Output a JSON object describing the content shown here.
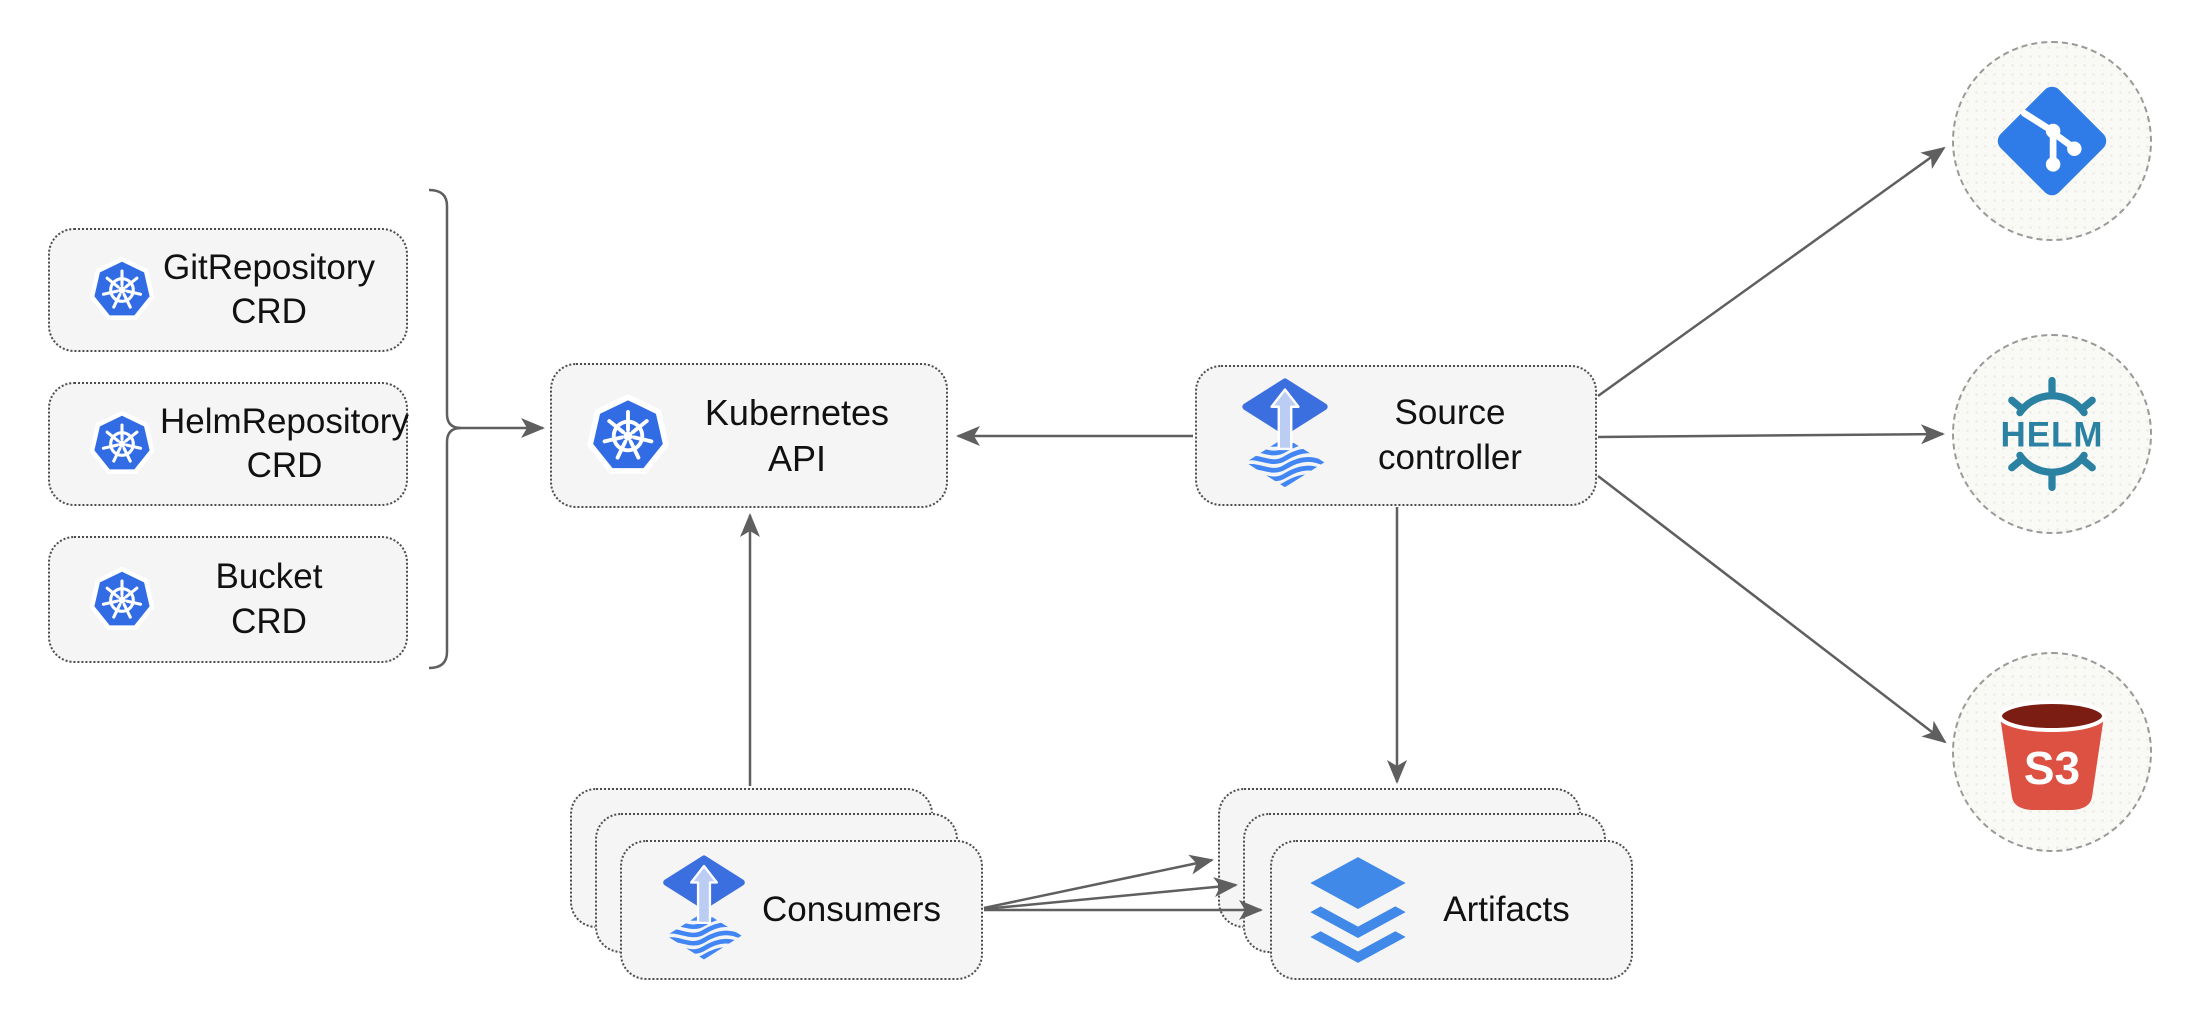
{
  "diagram": {
    "nodes": {
      "crd_list": [
        {
          "label": "GitRepository\nCRD"
        },
        {
          "label": "HelmRepository\nCRD"
        },
        {
          "label": "Bucket\nCRD"
        }
      ],
      "kubernetes_api": {
        "label": "Kubernetes API"
      },
      "source_controller": {
        "label": "Source\ncontroller"
      },
      "consumers": {
        "label": "Consumers"
      },
      "artifacts": {
        "label": "Artifacts"
      }
    },
    "external_sources": [
      {
        "name": "git"
      },
      {
        "name": "helm",
        "icon_text": "HELM"
      },
      {
        "name": "s3",
        "icon_text": "S3"
      }
    ],
    "icons": {
      "crd_and_api": "kubernetes-wheel-icon",
      "source_and_consumers": "flux-source-icon",
      "artifacts": "layers-icon",
      "git_circle": "git-branch-icon",
      "helm_circle": "helm-wheel-icon",
      "s3_circle": "s3-bucket-icon"
    },
    "colors": {
      "kubernetes_blue": "#326CE5",
      "flux_blue": "#3B6EDE",
      "flux_arrow_light": "#BCCDF3",
      "flux_stripe_blue": "#4285F4",
      "layers_blue": "#4189E8",
      "git_blue": "#2F7CE8",
      "helm_teal": "#2A81A2",
      "s3_red": "#DD5142",
      "s3_dark_red": "#7B1D13",
      "arrow_gray": "#5F5F5F",
      "node_fill": "#F5F5F5",
      "node_border": "#4D4D4D",
      "circle_fill": "#F9F9F6",
      "circle_border": "#9A9A9A"
    }
  }
}
